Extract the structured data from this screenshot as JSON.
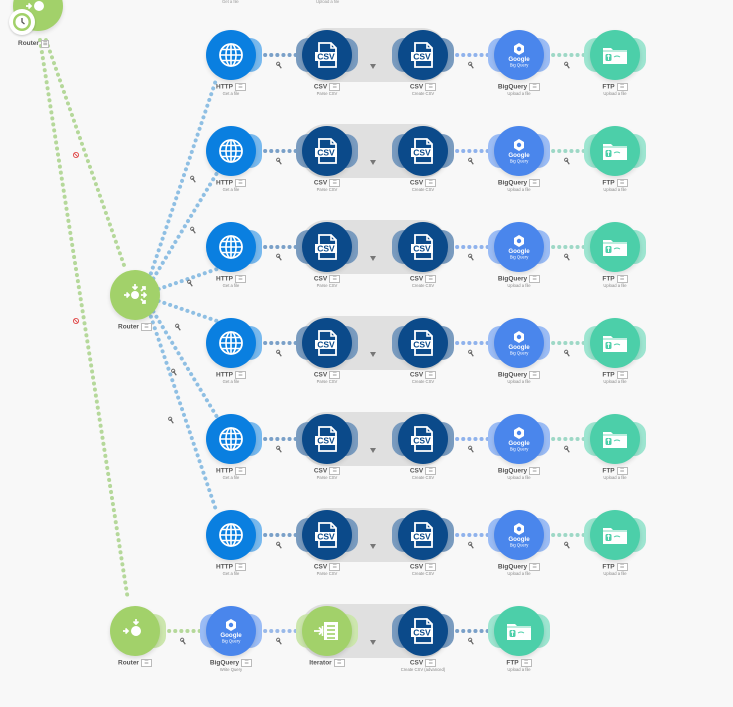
{
  "colors": {
    "http": "#0a7fe0",
    "csv": "#0b4a8a",
    "bigquery": "#4a86ec",
    "ftp": "#4ccfa9",
    "router": "#a2d16a",
    "iterator": "#a2d16a",
    "group_bg": "#e0e0e0",
    "line_green": "#b5d89a",
    "line_blue": "#8fbfe3"
  },
  "icons": {
    "http": "globe-icon",
    "csv": "csv-file-icon",
    "bigquery": "google-cloud-bigquery-icon",
    "ftp": "folder-icon",
    "router": "router-icon",
    "iterator": "iterator-icon"
  },
  "csv_icon_text": "CSV",
  "bigquery_icon_text": [
    "Google",
    "Big Query"
  ],
  "top_partial": {
    "http_sub": "Get a file",
    "ftp_sub": "Upload a file",
    "router_label": "Router"
  },
  "rows": [
    {
      "http": {
        "label": "HTTP",
        "sub": "Get a file"
      },
      "csv1": {
        "label": "CSV",
        "sub": "Parse CSV"
      },
      "csv2": {
        "label": "CSV",
        "sub": "Create CSV"
      },
      "bigquery": {
        "label": "BigQuery",
        "sub": "Upload a file"
      },
      "ftp": {
        "label": "FTP",
        "sub": "Upload a file"
      }
    },
    {
      "http": {
        "label": "HTTP",
        "sub": "Get a file"
      },
      "csv1": {
        "label": "CSV",
        "sub": "Parse CSV"
      },
      "csv2": {
        "label": "CSV",
        "sub": "Create CSV"
      },
      "bigquery": {
        "label": "BigQuery",
        "sub": "Upload a file"
      },
      "ftp": {
        "label": "FTP",
        "sub": "Upload a file"
      }
    },
    {
      "http": {
        "label": "HTTP",
        "sub": "Get a file"
      },
      "csv1": {
        "label": "CSV",
        "sub": "Parse CSV"
      },
      "csv2": {
        "label": "CSV",
        "sub": "Create CSV"
      },
      "bigquery": {
        "label": "BigQuery",
        "sub": "Upload a file"
      },
      "ftp": {
        "label": "FTP",
        "sub": "Upload a file"
      }
    },
    {
      "http": {
        "label": "HTTP",
        "sub": "Get a file"
      },
      "csv1": {
        "label": "CSV",
        "sub": "Parse CSV"
      },
      "csv2": {
        "label": "CSV",
        "sub": "Create CSV"
      },
      "bigquery": {
        "label": "BigQuery",
        "sub": "Upload a file"
      },
      "ftp": {
        "label": "FTP",
        "sub": "Upload a file"
      }
    },
    {
      "http": {
        "label": "HTTP",
        "sub": "Get a file"
      },
      "csv1": {
        "label": "CSV",
        "sub": "Parse CSV"
      },
      "csv2": {
        "label": "CSV",
        "sub": "Create CSV"
      },
      "bigquery": {
        "label": "BigQuery",
        "sub": "Upload a file"
      },
      "ftp": {
        "label": "FTP",
        "sub": "Upload a file"
      }
    },
    {
      "http": {
        "label": "HTTP",
        "sub": "Get a file"
      },
      "csv1": {
        "label": "CSV",
        "sub": "Parse CSV"
      },
      "csv2": {
        "label": "CSV",
        "sub": "Create CSV"
      },
      "bigquery": {
        "label": "BigQuery",
        "sub": "Upload a file"
      },
      "ftp": {
        "label": "FTP",
        "sub": "Upload a file"
      }
    }
  ],
  "mid_router": {
    "label": "Router"
  },
  "bottom_row": {
    "router": {
      "label": "Router"
    },
    "bigquery": {
      "label": "BigQuery",
      "sub": "Write Query"
    },
    "iterator": {
      "label": "Iterator"
    },
    "csv": {
      "label": "CSV",
      "sub": "Create CSV (advanced)"
    },
    "ftp": {
      "label": "FTP",
      "sub": "Upload a file"
    }
  }
}
